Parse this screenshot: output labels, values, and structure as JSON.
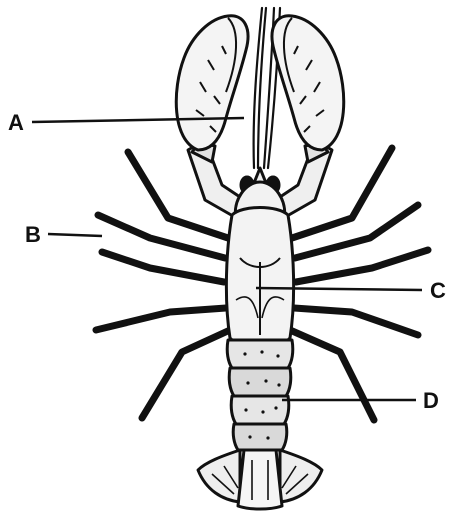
{
  "labels": {
    "a": "A",
    "b": "B",
    "c": "C",
    "d": "D"
  },
  "colors": {
    "ink": "#111111",
    "body_fill": "#f2f2f2",
    "shade": "#d9d9d9"
  }
}
